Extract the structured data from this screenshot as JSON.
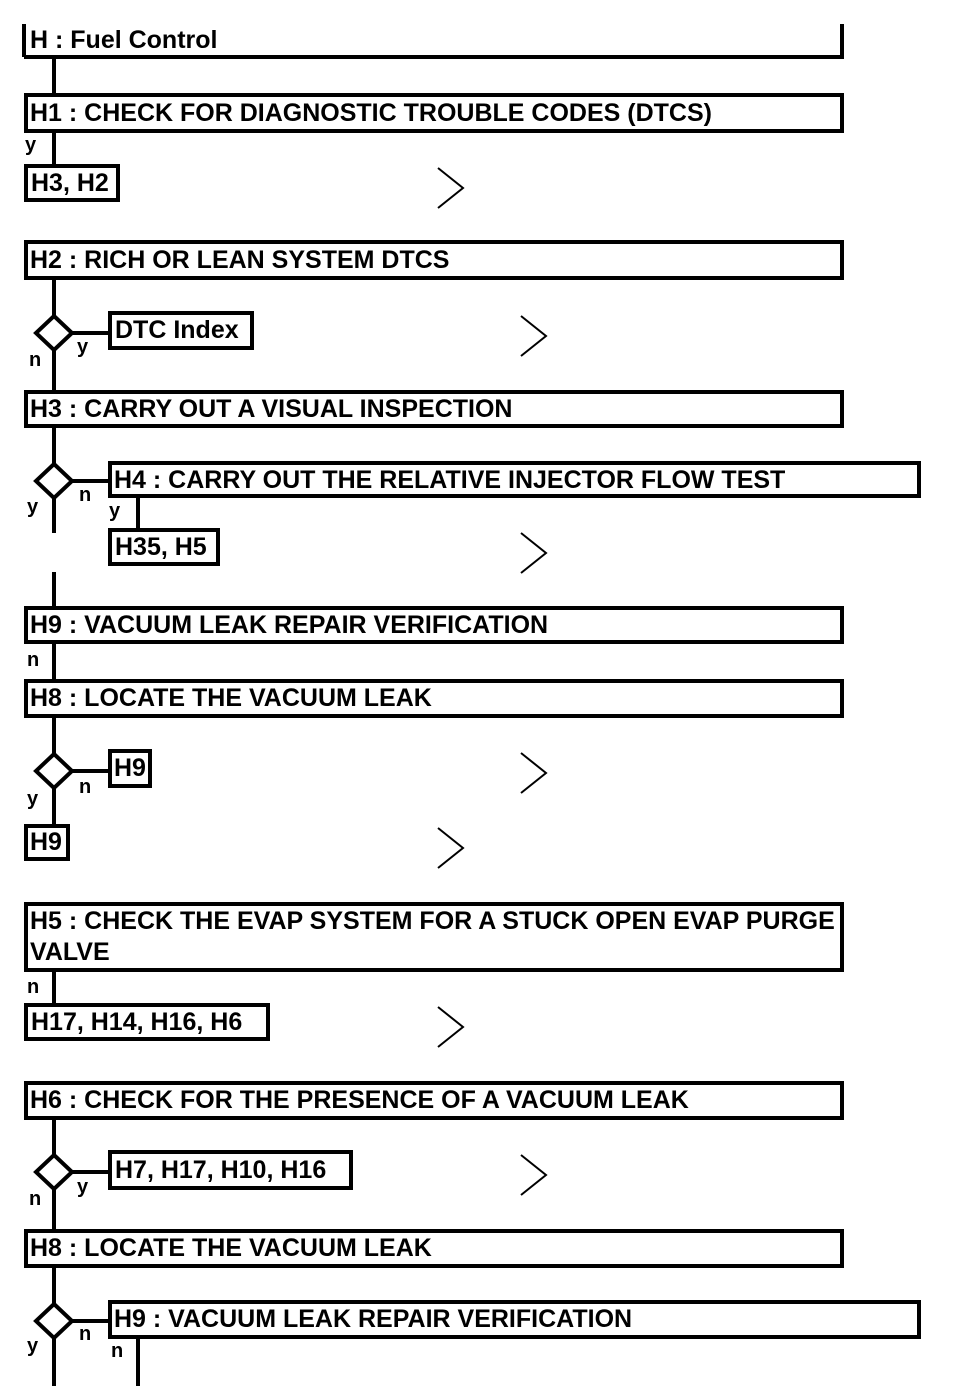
{
  "title": "H : Fuel Control",
  "steps": {
    "h1": "H1 : CHECK FOR DIAGNOSTIC TROUBLE CODES (DTCS)",
    "h2": "H2 : RICH OR LEAN SYSTEM DTCS",
    "h3": "H3 : CARRY OUT A VISUAL INSPECTION",
    "h4": "H4 : CARRY OUT THE RELATIVE INJECTOR FLOW TEST",
    "h9a": "H9 : VACUUM LEAK REPAIR VERIFICATION",
    "h8a": "H8 : LOCATE THE VACUUM LEAK",
    "h5": "H5 : CHECK THE EVAP SYSTEM FOR A STUCK OPEN EVAP PURGE VALVE",
    "h6": "H6 : CHECK FOR THE PRESENCE OF A VACUUM LEAK",
    "h8b": "H8 : LOCATE THE VACUUM LEAK",
    "h9b": "H9 : VACUUM LEAK REPAIR VERIFICATION"
  },
  "refs": {
    "h1_y": "H3, H2",
    "h2_y": "DTC Index",
    "h4_y": "H35, H5",
    "h8_n": "H9",
    "h8_y": "H9",
    "h5_n": "H17, H14, H16, H6",
    "h6_y": "H7, H17, H10, H16"
  },
  "branch_labels": {
    "yes": "y",
    "no": "n"
  },
  "icons": [
    "chevron-right-icon",
    "decision-diamond-icon"
  ]
}
